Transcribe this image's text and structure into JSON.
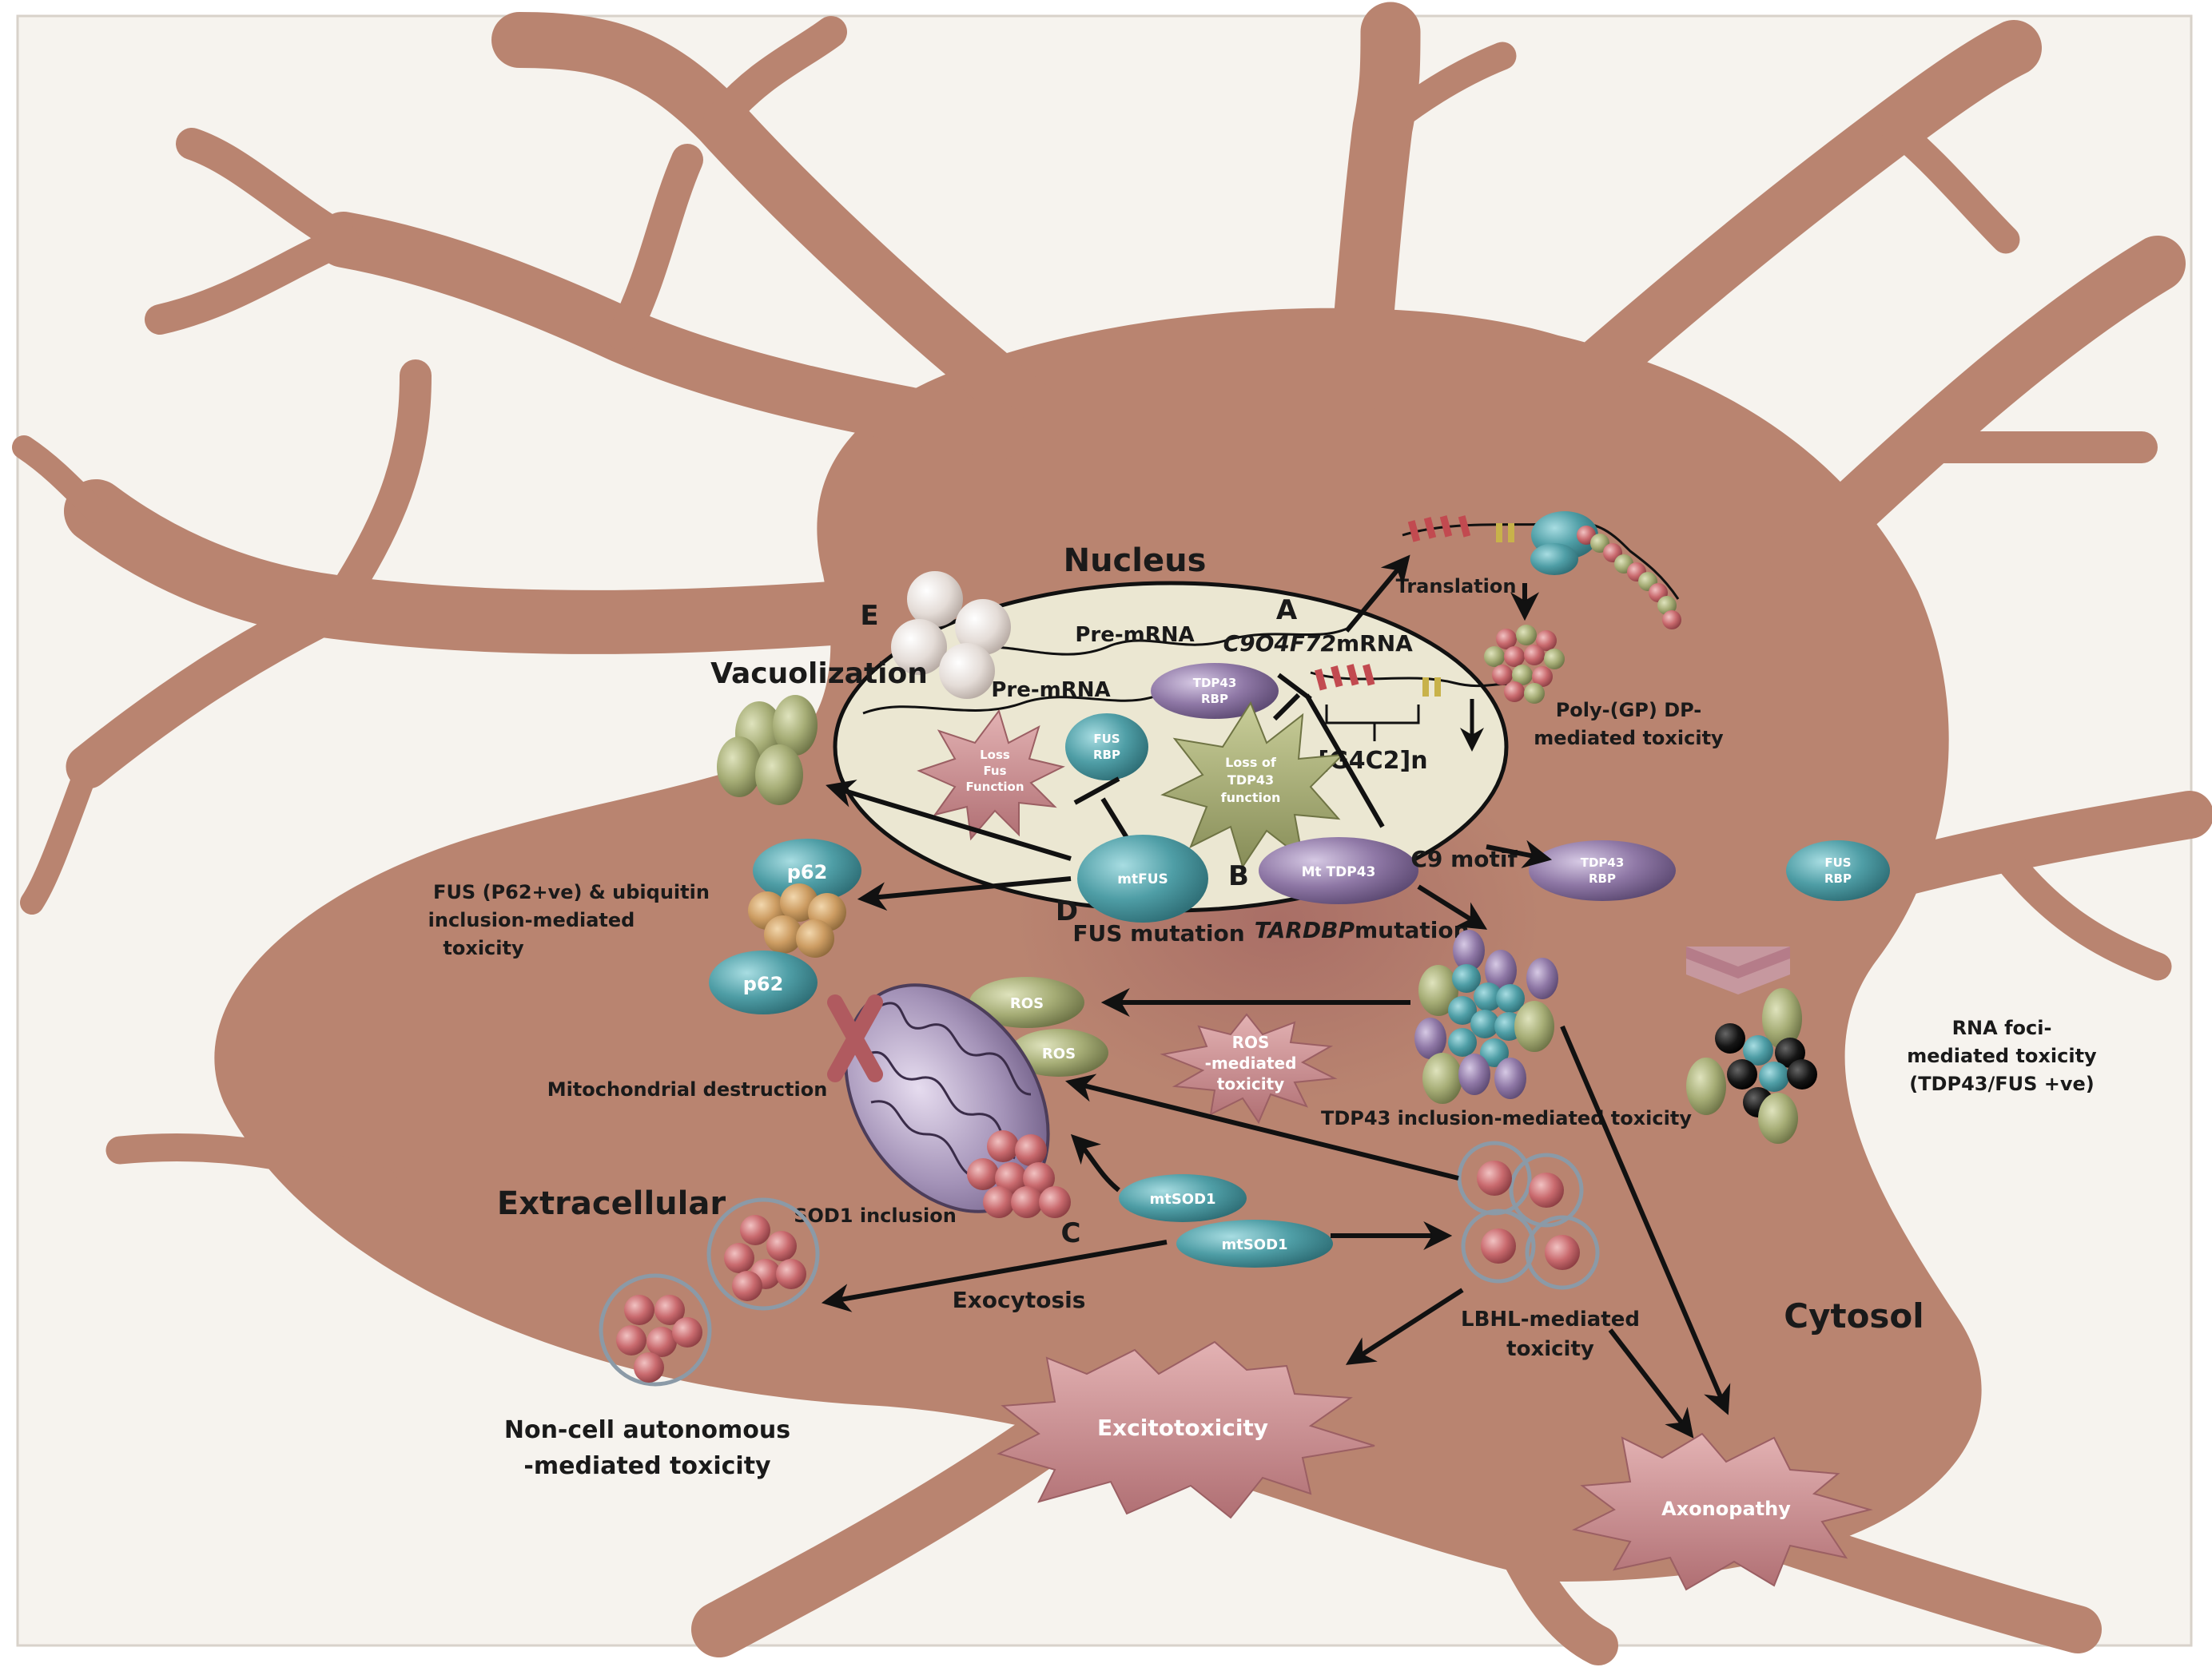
{
  "labels": {
    "nucleus": "Nucleus",
    "cytosol": "Cytosol",
    "extracellular": "Extracellular",
    "letter_a": "A",
    "letter_b": "B",
    "letter_c": "C",
    "letter_d": "D",
    "letter_e": "E",
    "pre_mrna_1": "Pre-mRNA",
    "pre_mrna_2": "Pre-mRNA",
    "c9_mrna_italic": "C9O4F72",
    "c9_mrna_rest": " mRNA",
    "g4c2n": "[G4C2]n",
    "translation": "Translation",
    "poly_gp_1": "Poly-(GP) DP-",
    "poly_gp_2": "mediated toxicity",
    "vacuolization": "Vacuolization",
    "c9_motif": "C9 motif",
    "fus_mutation": "FUS mutation",
    "tardbp_italic": "TARDBP",
    "tardbp_rest": " mutation",
    "fus_p62_1": "FUS (P62+ve) & ubiquitin",
    "fus_p62_2": "inclusion-mediated",
    "fus_p62_3": "toxicity",
    "mito_destruction": "Mitochondrial destruction",
    "ros_tox_1": "ROS",
    "ros_tox_2": "-mediated",
    "ros_tox_3": "toxicity",
    "tdp43_inclusion": "TDP43 inclusion-mediated toxicity",
    "rna_foci_1": "RNA foci-",
    "rna_foci_2": "mediated toxicity",
    "rna_foci_3": "(TDP43/FUS +ve)",
    "sod1_inclusion": "SOD1 inclusion",
    "exocytosis": "Exocytosis",
    "non_cell_1": "Non-cell autonomous",
    "non_cell_2": "-mediated toxicity",
    "lbhl_1": "LBHL-mediated",
    "lbhl_2": "toxicity",
    "excitotoxicity": "Excitotoxicity",
    "axonopathy": "Axonopathy"
  },
  "proteins": {
    "tdp43_rbp_nuc_1": "TDP43",
    "tdp43_rbp_nuc_2": "RBP",
    "fus_rbp_nuc_1": "FUS",
    "fus_rbp_nuc_2": "RBP",
    "loss_fus_1": "Loss",
    "loss_fus_2": "Fus",
    "loss_fus_3": "Function",
    "loss_tdp_1": "Loss of",
    "loss_tdp_2": "TDP43",
    "loss_tdp_3": "function",
    "mtfus": "mtFUS",
    "mt_tdp43": "Mt TDP43",
    "tdp43_rbp_cyto_1": "TDP43",
    "tdp43_rbp_cyto_2": "RBP",
    "fus_rbp_cyto_1": "FUS",
    "fus_rbp_cyto_2": "RBP",
    "p62_top": "p62",
    "p62_bottom": "p62",
    "ros_1": "ROS",
    "ros_2": "ROS",
    "mtsod1_1": "mtSOD1",
    "mtsod1_2": "mtSOD1"
  },
  "colors": {
    "cell_body": "#b98470",
    "nucleus_fill": "#ebe7d2",
    "teal_protein": "#4f9ea6",
    "purple_protein": "#8f78a6",
    "green_protein": "#a6ad76",
    "pink_star": "#c88c8e",
    "sod1_red": "#c96a6e",
    "background_white": "#f6f3ee"
  }
}
